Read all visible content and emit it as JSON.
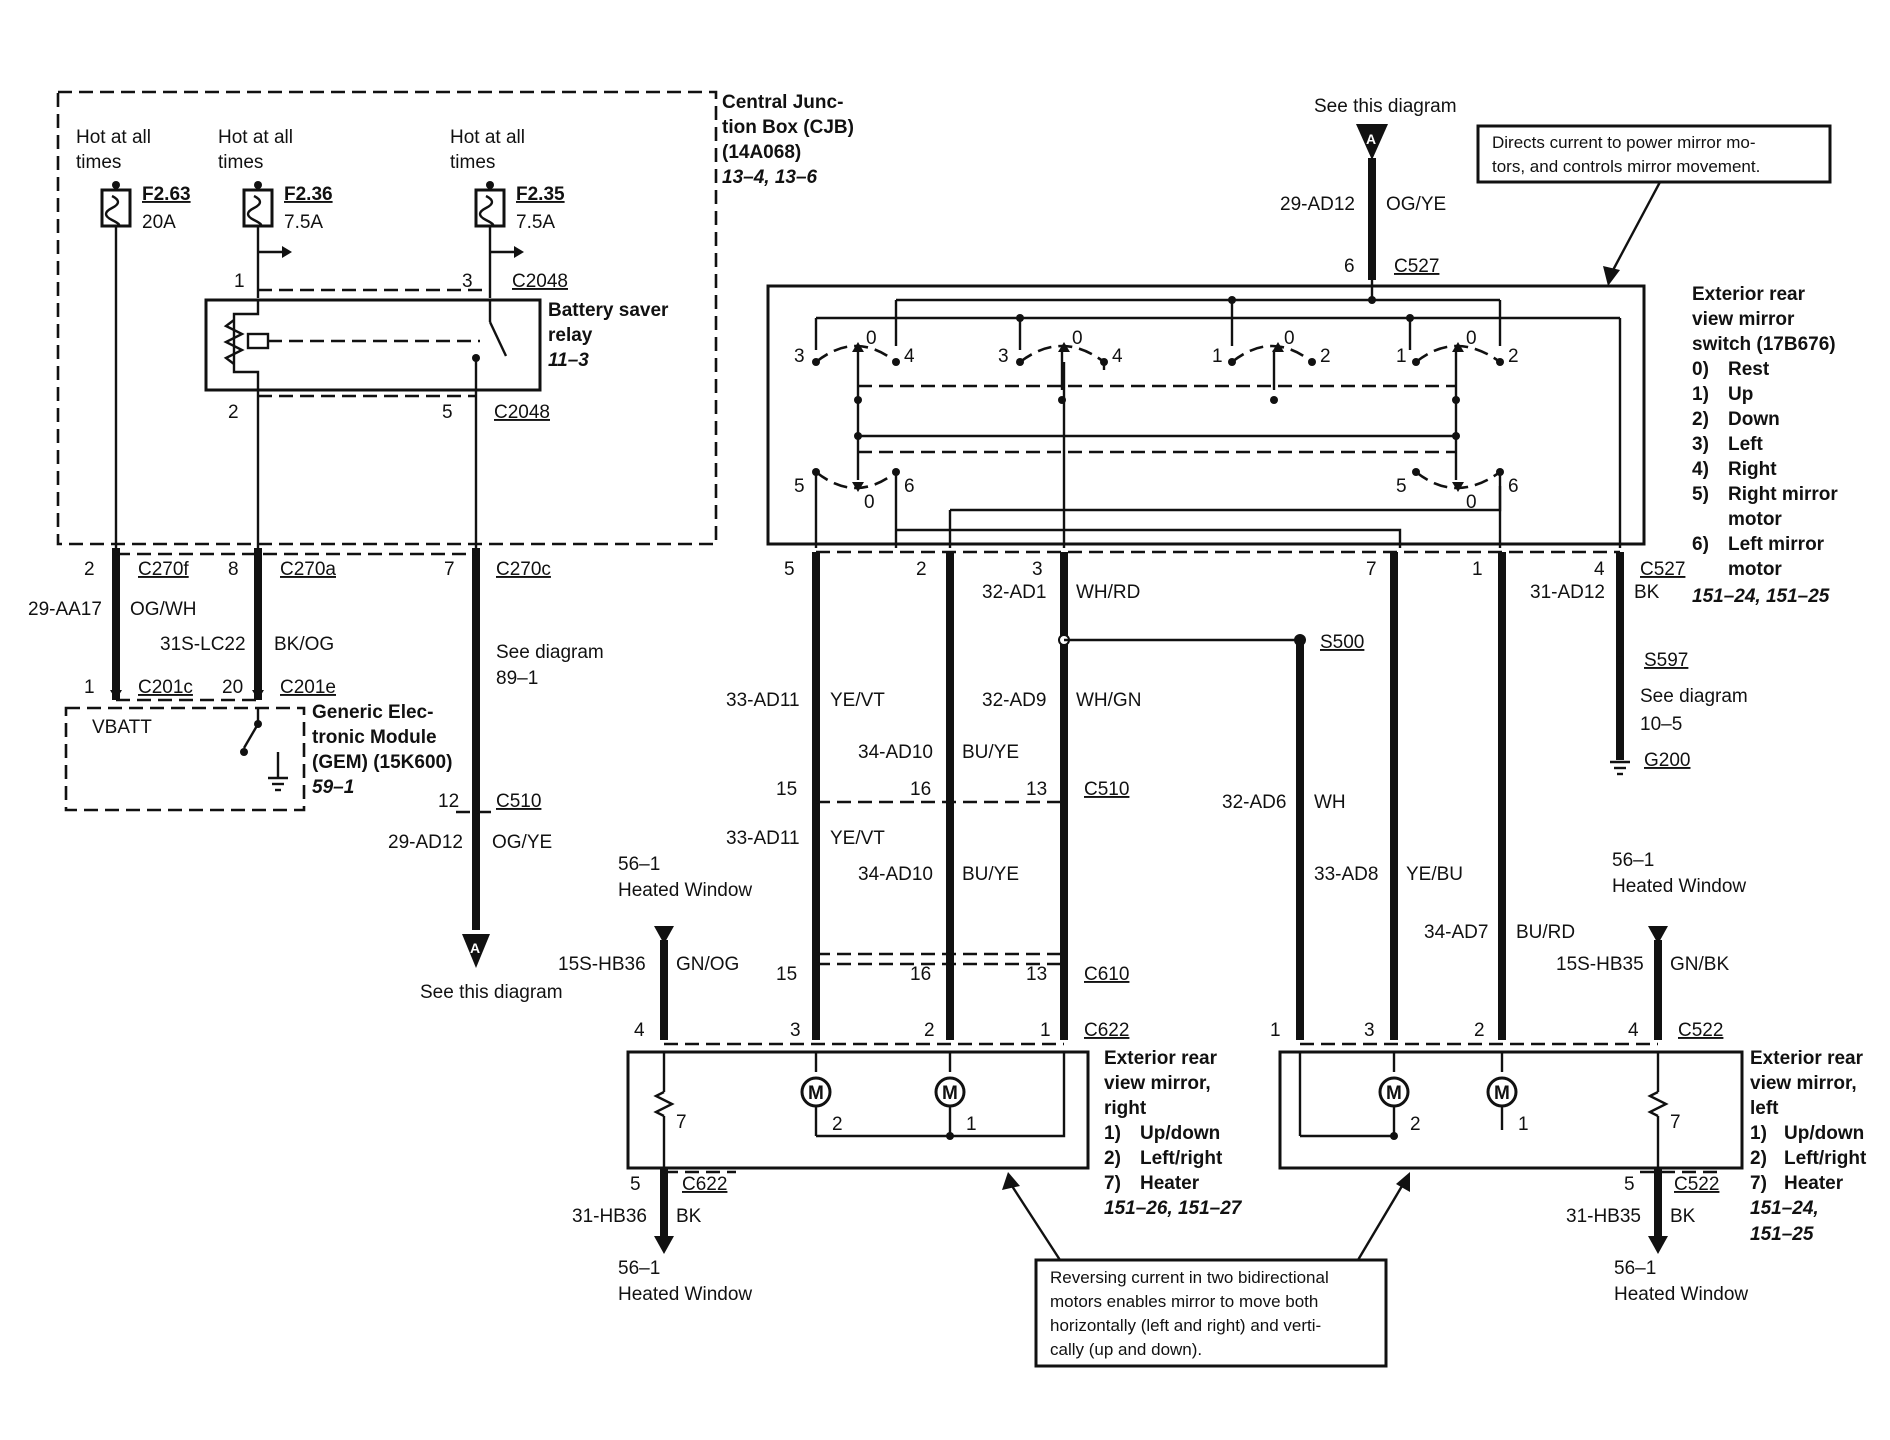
{
  "cjb": {
    "title": [
      "Central Junc-",
      "tion Box (CJB)",
      "(14A068)"
    ],
    "ref": "13–4, 13–6"
  },
  "fuses": [
    {
      "hot": [
        "Hot at all",
        "times"
      ],
      "id": "F2.63",
      "rating": "20A"
    },
    {
      "hot": [
        "Hot at all",
        "times"
      ],
      "id": "F2.36",
      "rating": "7.5A"
    },
    {
      "hot": [
        "Hot at all",
        "times"
      ],
      "id": "F2.35",
      "rating": "7.5A"
    }
  ],
  "relay": {
    "title": [
      "Battery saver",
      "relay"
    ],
    "ref": "11–3",
    "connector": "C2048",
    "pins": [
      "1",
      "3",
      "2",
      "5"
    ]
  },
  "cjb_out": {
    "pins": [
      "2",
      "8",
      "7"
    ],
    "connectors": [
      "C270f",
      "C270a",
      "C270c"
    ],
    "circuits": [
      {
        "id": "29-AA17",
        "color": "OG/WH"
      },
      {
        "id": "31S-LC22",
        "color": "BK/OG"
      }
    ],
    "see_diagram": [
      "See diagram",
      "89–1"
    ]
  },
  "gem": {
    "pins": [
      "1",
      "20"
    ],
    "connectors": [
      "C201c",
      "C201e"
    ],
    "label": "VBATT",
    "title": [
      "Generic Elec-",
      "tronic Module",
      "(GEM) (15K600)"
    ],
    "ref": "59–1"
  },
  "c510_left": {
    "pin": "12",
    "connector": "C510",
    "circuit": "29-AD12",
    "color": "OG/YE",
    "see": "See this diagram",
    "marker": "A"
  },
  "top_feed": {
    "see": "See this diagram",
    "marker": "A",
    "circuit": "29-AD12",
    "color": "OG/YE",
    "pin": "6",
    "connector": "C527"
  },
  "notes": {
    "top": [
      "Directs current to power mirror mo-",
      "tors, and controls mirror movement."
    ],
    "bottom": [
      "Reversing current in two bidirectional",
      "motors enables mirror to move both",
      "horizontally (left and right) and verti-",
      "cally (up and down)."
    ]
  },
  "mirror_switch": {
    "title": [
      "Exterior rear",
      "view mirror",
      "switch (17B676)"
    ],
    "positions": [
      {
        "n": "0)",
        "label": [
          "Rest"
        ]
      },
      {
        "n": "1)",
        "label": [
          "Up"
        ]
      },
      {
        "n": "2)",
        "label": [
          "Down"
        ]
      },
      {
        "n": "3)",
        "label": [
          "Left"
        ]
      },
      {
        "n": "4)",
        "label": [
          "Right"
        ]
      },
      {
        "n": "5)",
        "label": [
          "Right mirror",
          "motor"
        ]
      },
      {
        "n": "6)",
        "label": [
          "Left mirror",
          "motor"
        ]
      }
    ],
    "ref": "151–24, 151–25",
    "contact_labels": [
      "3",
      "0",
      "4",
      "3",
      "0",
      "4",
      "1",
      "0",
      "2",
      "1",
      "0",
      "2",
      "5",
      "0",
      "6",
      "5",
      "0",
      "6"
    ],
    "out_pins": [
      "5",
      "2",
      "3",
      "7",
      "1",
      "4"
    ],
    "connector": "C527"
  },
  "wires": {
    "c1": {
      "id": "32-AD1",
      "color": "WH/RD"
    },
    "gnd": {
      "id": "31-AD12",
      "color": "BK"
    },
    "splice": "S500",
    "s597": "S597",
    "see_gnd": [
      "See diagram",
      "10–5"
    ],
    "g200": "G200",
    "a1": {
      "id": "33-AD11",
      "color": "YE/VT"
    },
    "a2": {
      "id": "34-AD10",
      "color": "BU/YE"
    },
    "a3": {
      "id": "32-AD9",
      "color": "WH/GN"
    },
    "wh": {
      "id": "32-AD6",
      "color": "WH"
    },
    "ad8": {
      "id": "33-AD8",
      "color": "YE/BU"
    },
    "ad7": {
      "id": "34-AD7",
      "color": "BU/RD"
    }
  },
  "c510": {
    "pins": [
      "15",
      "16",
      "13"
    ],
    "connector": "C510"
  },
  "c610": {
    "pins": [
      "15",
      "16",
      "13"
    ],
    "connector": "C610"
  },
  "right_mirror": {
    "heat_src": [
      "56–1",
      "Heated Window"
    ],
    "heat": {
      "id": "15S-HB36",
      "color": "GN/OG"
    },
    "pins": [
      "4",
      "3",
      "2",
      "1"
    ],
    "connector": "C622",
    "title": [
      "Exterior rear",
      "view mirror,",
      "right"
    ],
    "items": [
      {
        "n": "1)",
        "label": "Up/down"
      },
      {
        "n": "2)",
        "label": "Left/right"
      },
      {
        "n": "7)",
        "label": "Heater"
      }
    ],
    "ref": "151–26, 151–27",
    "internal": [
      "7",
      "2",
      "1"
    ],
    "motor": "M",
    "ground": {
      "pin": "5",
      "connector": "C622",
      "id": "31-HB36",
      "color": "BK"
    },
    "gnd_dest": [
      "56–1",
      "Heated Window"
    ]
  },
  "left_mirror": {
    "heat_src": [
      "56–1",
      "Heated Window"
    ],
    "heat": {
      "id": "15S-HB35",
      "color": "GN/BK"
    },
    "pins": [
      "1",
      "3",
      "2",
      "4"
    ],
    "connector": "C522",
    "title": [
      "Exterior rear",
      "view mirror,",
      "left"
    ],
    "items": [
      {
        "n": "1)",
        "label": "Up/down"
      },
      {
        "n": "2)",
        "label": "Left/right"
      },
      {
        "n": "7)",
        "label": "Heater"
      }
    ],
    "ref": [
      "151–24,",
      "151–25"
    ],
    "internal": [
      "2",
      "1",
      "7"
    ],
    "motor": "M",
    "ground": {
      "pin": "5",
      "connector": "C522",
      "id": "31-HB35",
      "color": "BK"
    },
    "gnd_dest": [
      "56–1",
      "Heated Window"
    ]
  }
}
